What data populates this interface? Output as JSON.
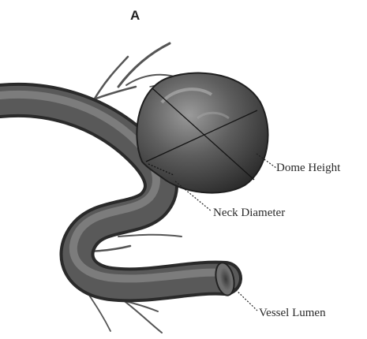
{
  "figure": {
    "panel_label": "A",
    "labels": {
      "dome_height": "Dome Height",
      "neck_diameter": "Neck Diameter",
      "vessel_lumen": "Vessel Lumen"
    }
  }
}
